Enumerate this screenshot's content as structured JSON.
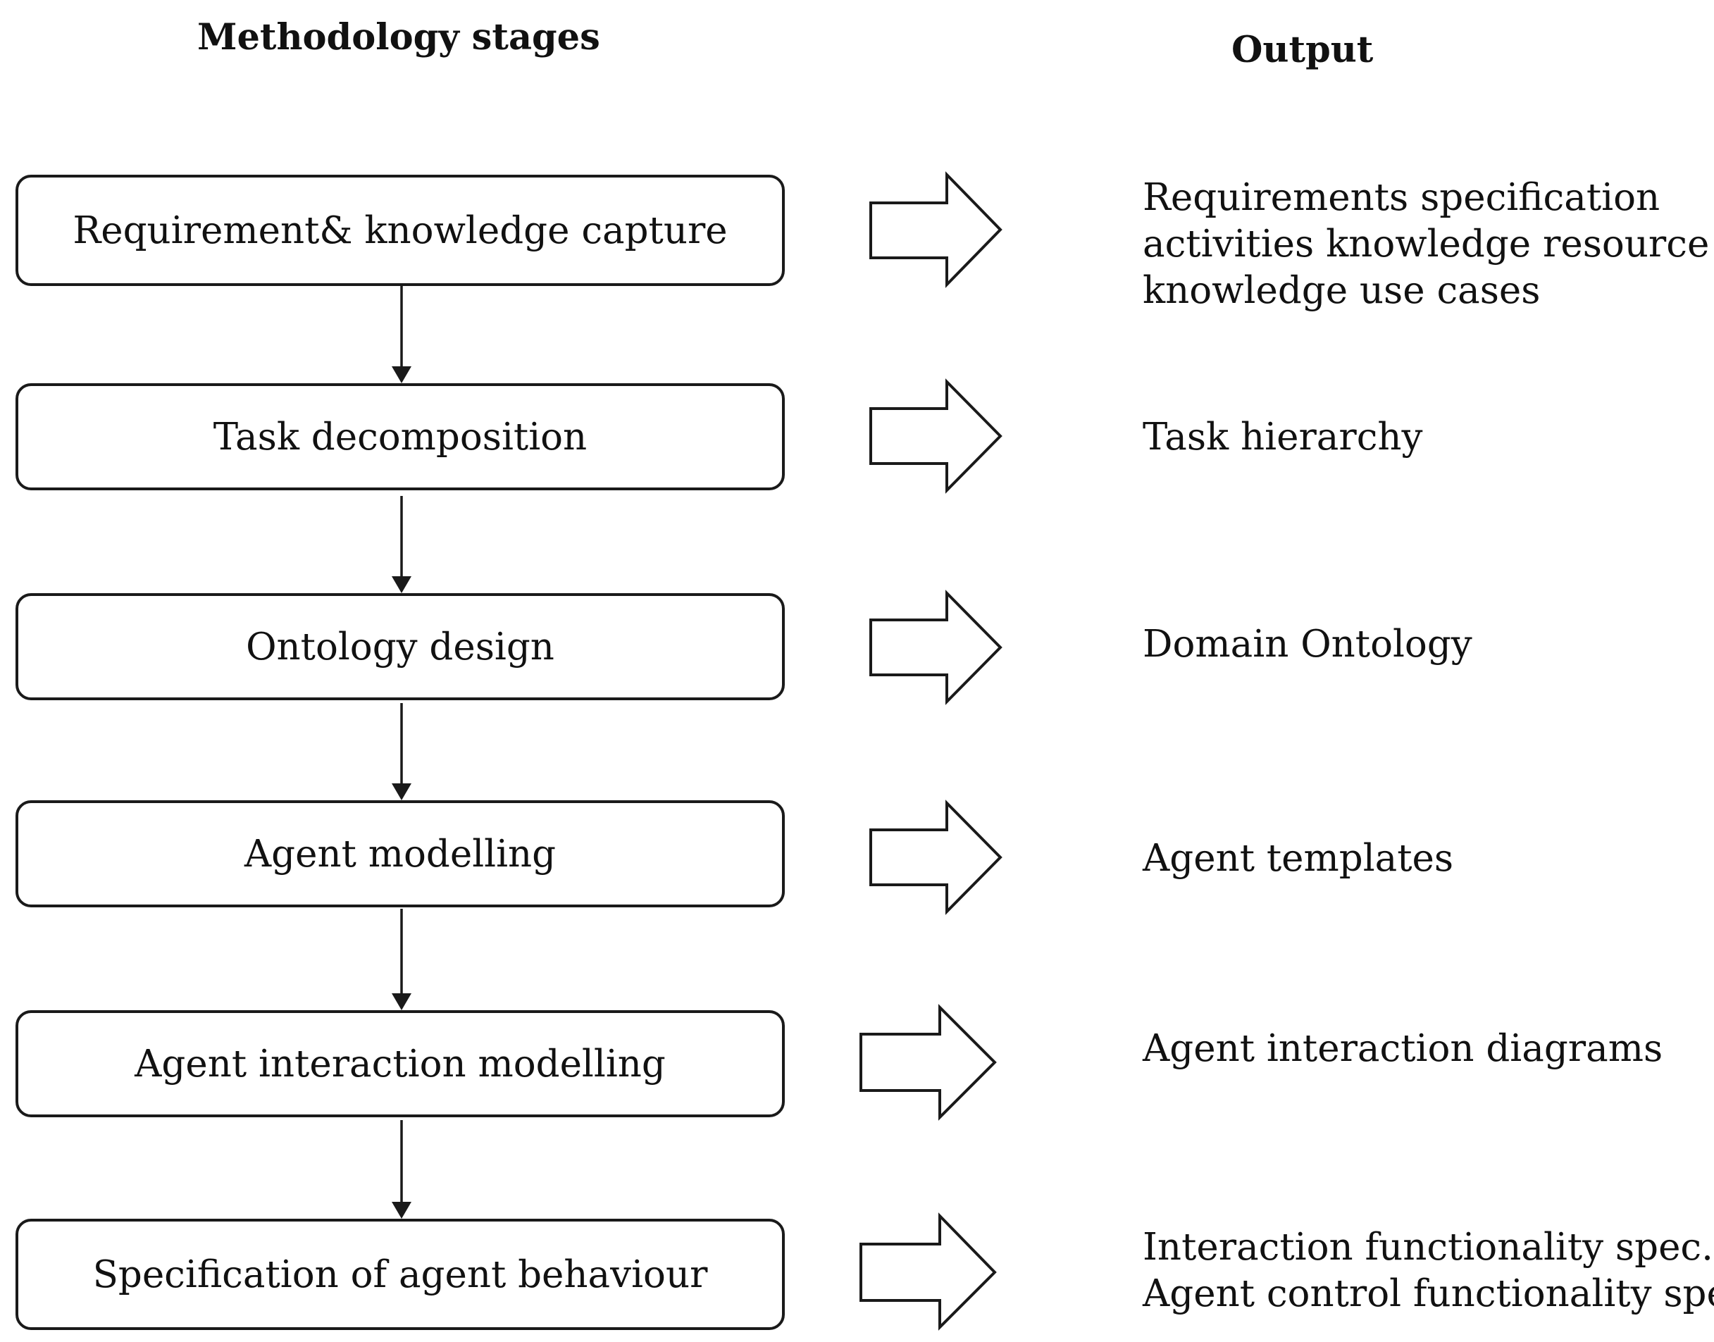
{
  "headers": {
    "stages": "Methodology stages",
    "output": "Output"
  },
  "stages": [
    {
      "label": "Requirement& knowledge capture",
      "output": [
        "Requirements specification",
        "activities knowledge resource",
        "knowledge use cases"
      ]
    },
    {
      "label": "Task decomposition",
      "output": [
        "Task hierarchy"
      ]
    },
    {
      "label": "Ontology design",
      "output": [
        "Domain Ontology"
      ]
    },
    {
      "label": "Agent modelling",
      "output": [
        "Agent templates"
      ]
    },
    {
      "label": "Agent interaction modelling",
      "output": [
        "Agent interaction diagrams"
      ]
    },
    {
      "label": "Specification of agent behaviour",
      "output": [
        "Interaction functionality spec.",
        "Agent control functionality spec."
      ]
    }
  ]
}
